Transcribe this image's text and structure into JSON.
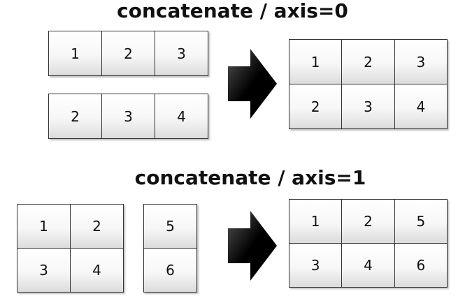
{
  "section_axis0": {
    "title": "concatenate / axis=0",
    "input_a": [
      "1",
      "2",
      "3"
    ],
    "input_b": [
      "2",
      "3",
      "4"
    ],
    "result": [
      "1",
      "2",
      "3",
      "2",
      "3",
      "4"
    ]
  },
  "section_axis1": {
    "title": "concatenate / axis=1",
    "input_a": [
      "1",
      "2",
      "3",
      "4"
    ],
    "input_b": [
      "5",
      "6"
    ],
    "result": [
      "1",
      "2",
      "5",
      "3",
      "4",
      "6"
    ]
  },
  "colors": {
    "cell_top": "#ffffff",
    "cell_bottom": "#dcdcdc",
    "border": "#333333",
    "arrow": "#000000"
  }
}
